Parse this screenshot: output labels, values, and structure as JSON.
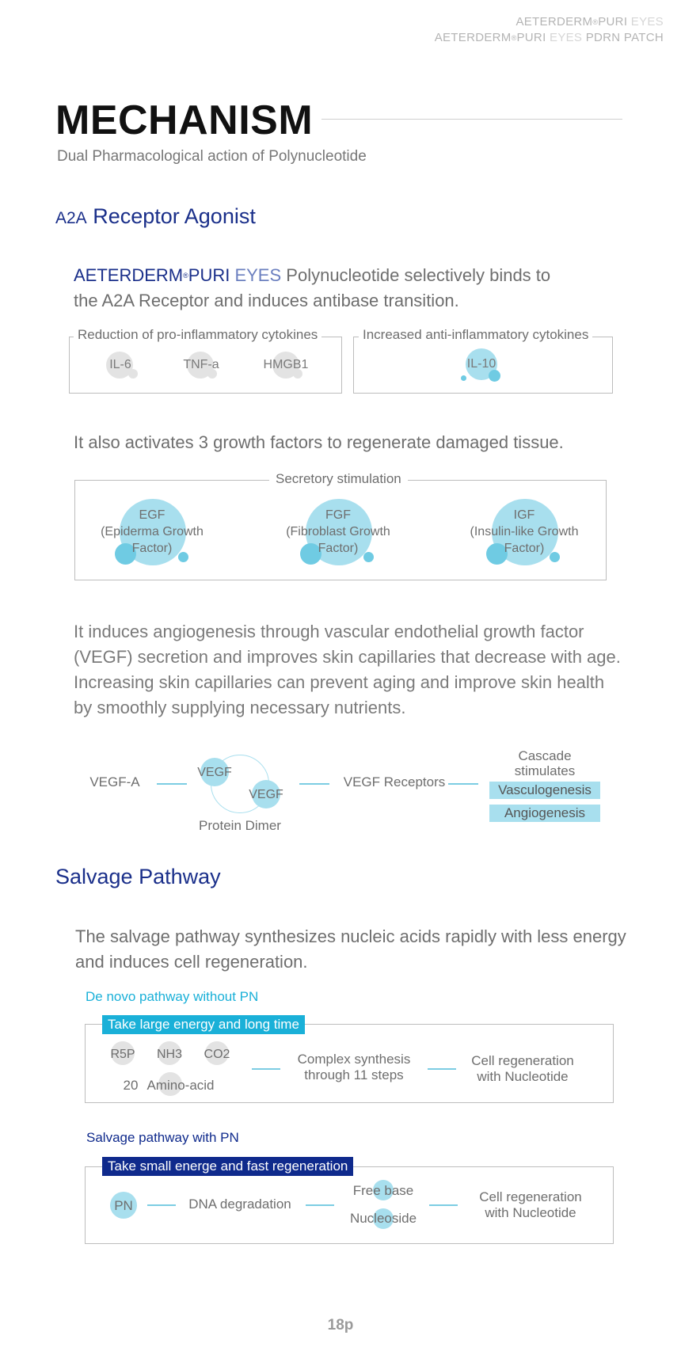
{
  "header": {
    "line1_brand": "AETERDERM",
    "line1_sup": "®",
    "line1_puri": "PURI",
    "line1_eyes": "EYES",
    "line2_brand": "AETERDERM",
    "line2_sup": "®",
    "line2_puri": "PURI",
    "line2_eyes": "EYES",
    "line2_tail": "PDRN PATCH"
  },
  "title": "MECHANISM",
  "subtitle": "Dual Pharmacological action of Polynucleotide",
  "section1": {
    "heading_prefix": "A2A",
    "heading_rest": "Receptor Agonist",
    "intro_brand": "AETERDERM",
    "intro_sup": "®",
    "intro_puri": "PURI",
    "intro_eyes": "EYES",
    "intro_rest": "Polynucleotide selectively binds to",
    "intro_line2": "the A2A Receptor and induces antibase transition.",
    "pro_box_label": "Reduction of pro-inflammatory cytokines",
    "pro_items": [
      "IL-6",
      "TNF-a",
      "HMGB1"
    ],
    "anti_box_label": "Increased anti-inflammatory cytokines",
    "anti_items": [
      "IL-10"
    ],
    "growth_sentence": "It also activates 3 growth factors to regenerate damaged tissue.",
    "secretory_label": "Secretory stimulation",
    "growth_factors": [
      {
        "name": "EGF",
        "desc": "(Epiderma Growth Factor)"
      },
      {
        "name": "FGF",
        "desc": "(Fibroblast Growth Factor)"
      },
      {
        "name": "IGF",
        "desc": "(Insulin-like Growth Factor)"
      }
    ],
    "angio_paragraph": [
      "It induces angiogenesis through vascular endothelial growth factor",
      "(VEGF) secretion and improves skin capillaries that decrease with age.",
      "Increasing skin capillaries can prevent aging and improve skin health",
      "by smoothly supplying necessary nutrients."
    ],
    "vegf": {
      "source": "VEGF-A",
      "dimer_a": "VEGF",
      "dimer_b": "VEGF",
      "dimer_label": "Protein Dimer",
      "receptors": "VEGF Receptors",
      "cascade_line1": "Cascade",
      "cascade_line2": "stimulates",
      "outcome1": "Vasculogenesis",
      "outcome2": "Angiogenesis"
    }
  },
  "section2": {
    "heading": "Salvage Pathway",
    "intro_line1": "The salvage pathway synthesizes nucleic acids rapidly with less energy",
    "intro_line2": "and induces cell regeneration.",
    "denovo": {
      "title": "De novo pathway without PN",
      "badge": "Take large energy and long time",
      "inputs": [
        "R5P",
        "NH3",
        "CO2"
      ],
      "amino_count": "20",
      "amino_label": "Amino-acid",
      "step_line1": "Complex synthesis",
      "step_line2": "through 11 steps",
      "result_line1": "Cell regeneration",
      "result_line2": "with Nucleotide",
      "color": "#1ab0d8"
    },
    "salvage": {
      "title": "Salvage pathway with PN",
      "badge": "Take small energe and fast regeneration",
      "input": "PN",
      "step": "DNA degradation",
      "free_base": "Free base",
      "nucleoside": "Nucleoside",
      "result_line1": "Cell regeneration",
      "result_line2": "with Nucleotide",
      "color": "#0f2a8c"
    }
  },
  "page_number": "18p"
}
